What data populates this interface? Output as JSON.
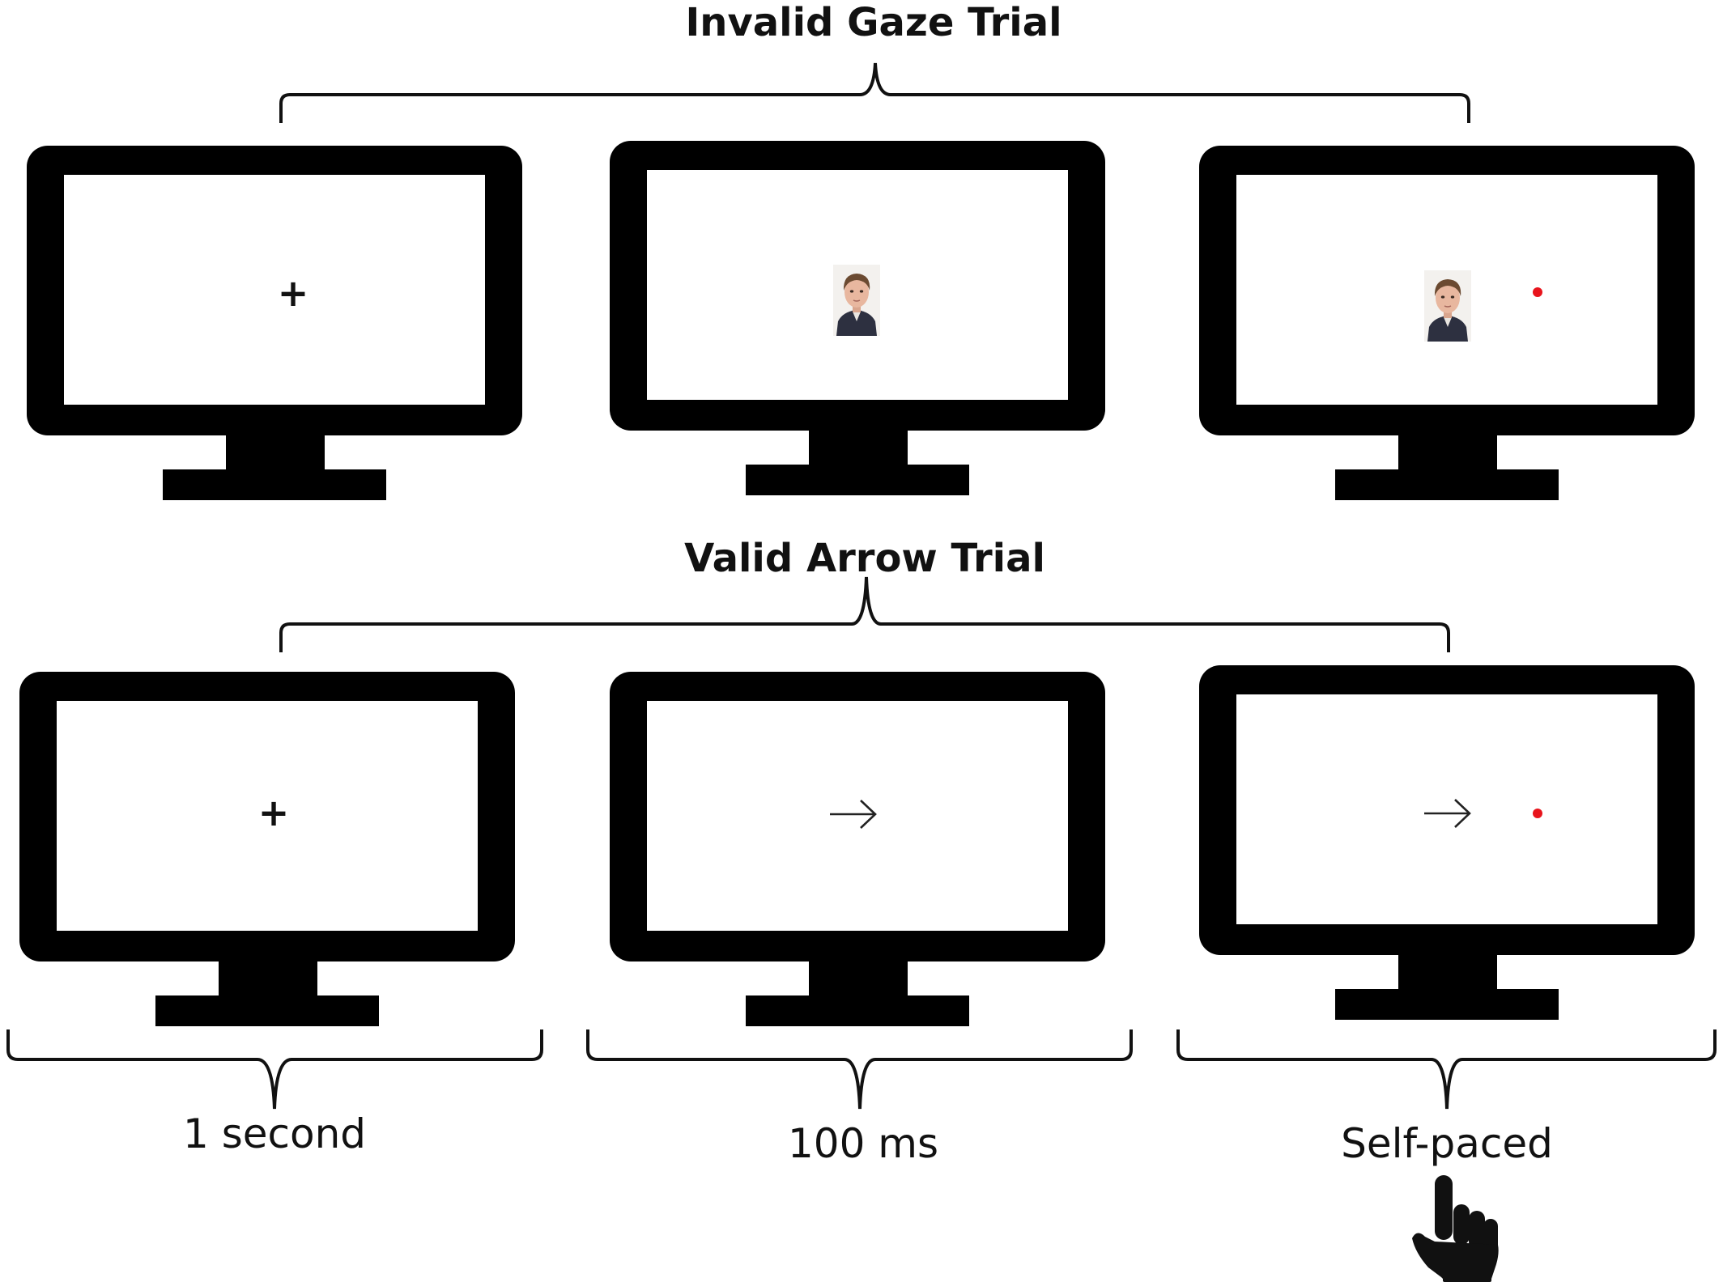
{
  "trials": {
    "invalid_gaze": {
      "title": "Invalid Gaze Trial"
    },
    "valid_arrow": {
      "title": "Valid Arrow Trial"
    }
  },
  "durations": [
    "1 second",
    "100 ms",
    "Self-paced"
  ],
  "glyphs": {
    "fixation": "+",
    "arrow": "→"
  },
  "colors": {
    "frame": "#000000",
    "screen": "#ffffff",
    "target_dot": "#e8141c",
    "brace": "#111111"
  },
  "icons": {
    "face_cue": "face-photo",
    "response": "pointing-hand"
  }
}
